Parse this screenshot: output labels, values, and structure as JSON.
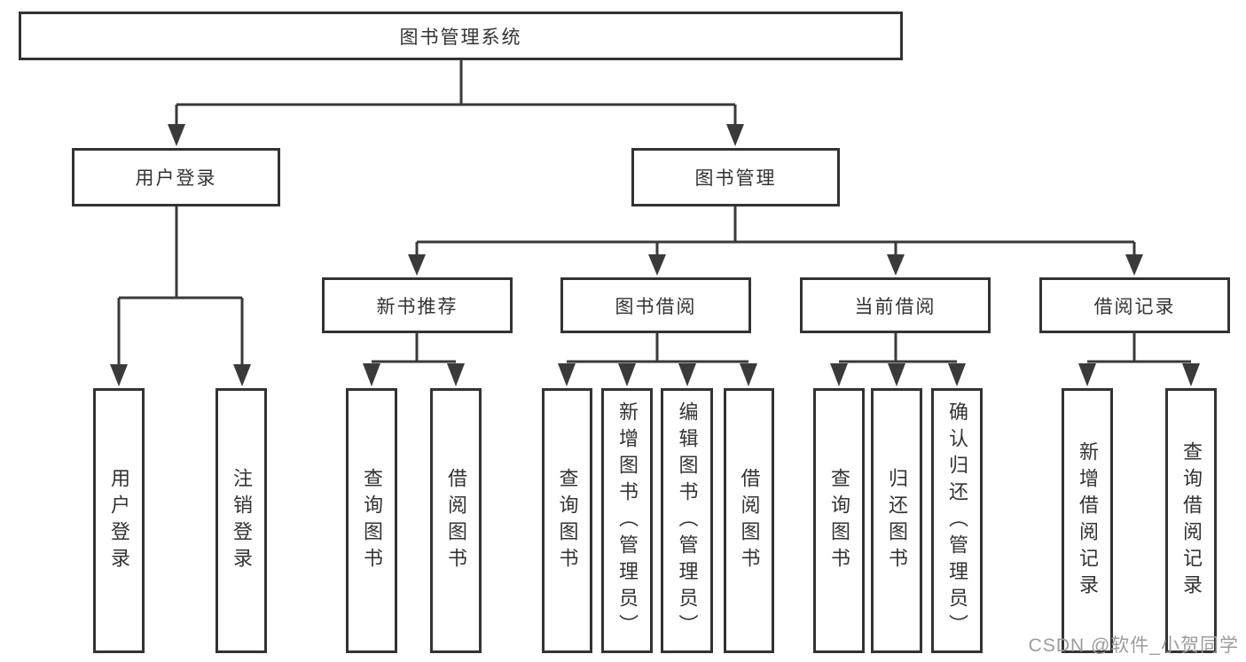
{
  "diagram": {
    "title": "图书管理系统",
    "branches": [
      {
        "label": "用户登录",
        "children": [
          {
            "label": "用户登录"
          },
          {
            "label": "注销登录"
          }
        ]
      },
      {
        "label": "图书管理",
        "children": [
          {
            "label": "新书推荐",
            "children": [
              {
                "label": "查询图书"
              },
              {
                "label": "借阅图书"
              }
            ]
          },
          {
            "label": "图书借阅",
            "children": [
              {
                "label": "查询图书"
              },
              {
                "label": "新增图书（管理员）"
              },
              {
                "label": "编辑图书（管理员）"
              },
              {
                "label": "借阅图书"
              }
            ]
          },
          {
            "label": "当前借阅",
            "children": [
              {
                "label": "查询图书"
              },
              {
                "label": "归还图书"
              },
              {
                "label": "确认归还（管理员）"
              }
            ]
          },
          {
            "label": "借阅记录",
            "children": [
              {
                "label": "新增借阅记录"
              },
              {
                "label": "查询借阅记录"
              }
            ]
          }
        ]
      }
    ]
  },
  "watermark": {
    "text": "CSDN @软件_小贺同学"
  },
  "colors": {
    "line": "#3a3a3a",
    "border": "#333333",
    "text": "#333333",
    "watermark": "#9c9c9c",
    "background": "#ffffff"
  }
}
